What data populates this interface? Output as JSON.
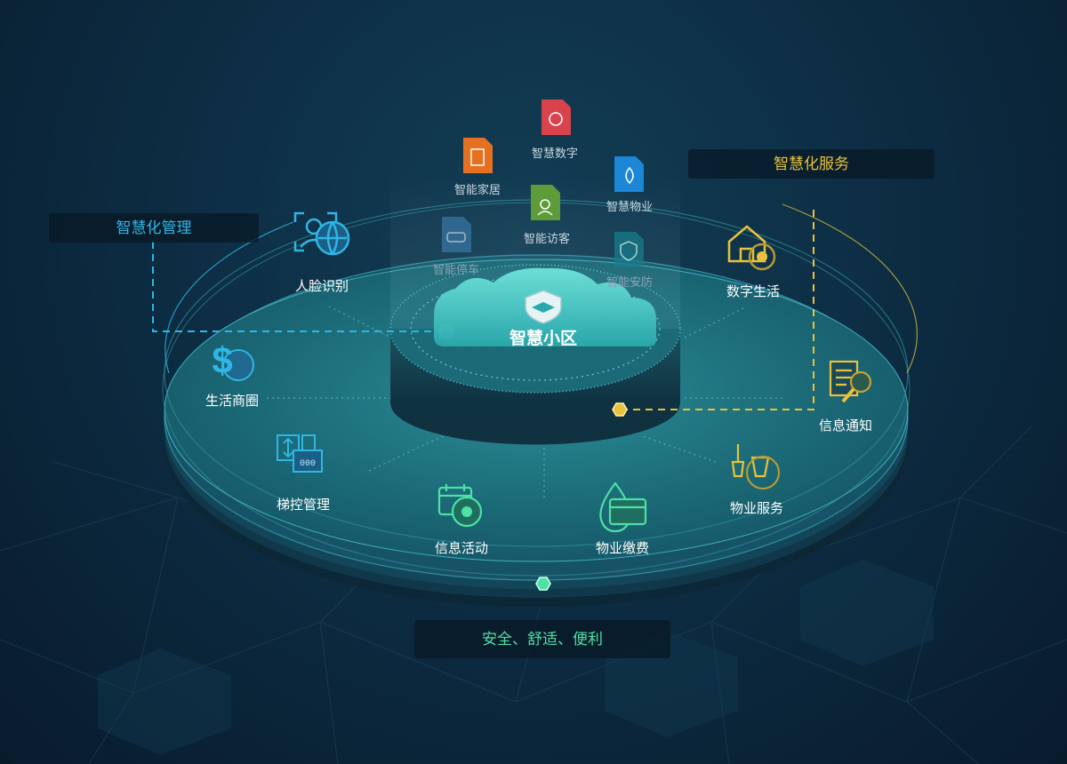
{
  "titles": {
    "management": "智慧化管理",
    "service": "智慧化服务",
    "bottom": "安全、舒适、便利"
  },
  "center": {
    "label": "智慧小区"
  },
  "apps": {
    "digital": "智慧数字",
    "home": "智能家居",
    "property": "智慧物业",
    "visitor": "智能访客",
    "parking": "智能停车",
    "security": "智能安防"
  },
  "features": {
    "face": "人脸识别",
    "life": "数字生活",
    "business": "生活商圈",
    "notice": "信息通知",
    "elevator": "梯控管理",
    "pservice": "物业服务",
    "activity": "信息活动",
    "payment": "物业缴费"
  },
  "colors": {
    "management_title": "#2fb6e4",
    "service_title": "#e9c23c",
    "bottom_title": "#4ee0a5",
    "platform": "#1a6d7a",
    "cloud": "#4fd6cf"
  }
}
